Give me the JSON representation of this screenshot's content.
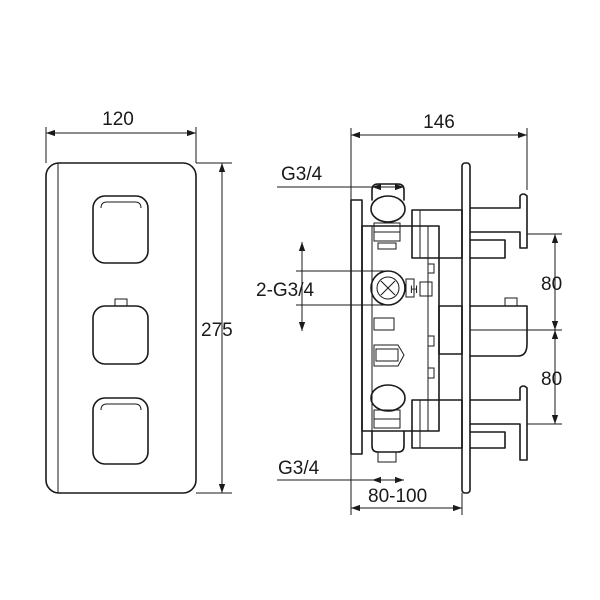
{
  "front_view": {
    "width_label": "120",
    "height_label": "275"
  },
  "side_view": {
    "depth_label": "146",
    "inlet_top_label": "G3/4",
    "inlet_mid_label": "2-G3/4",
    "outlet_bottom_label": "G3/4",
    "spacing_top_label": "80",
    "spacing_bottom_label": "80",
    "install_depth_label": "80-100",
    "hot_mark": "H"
  }
}
